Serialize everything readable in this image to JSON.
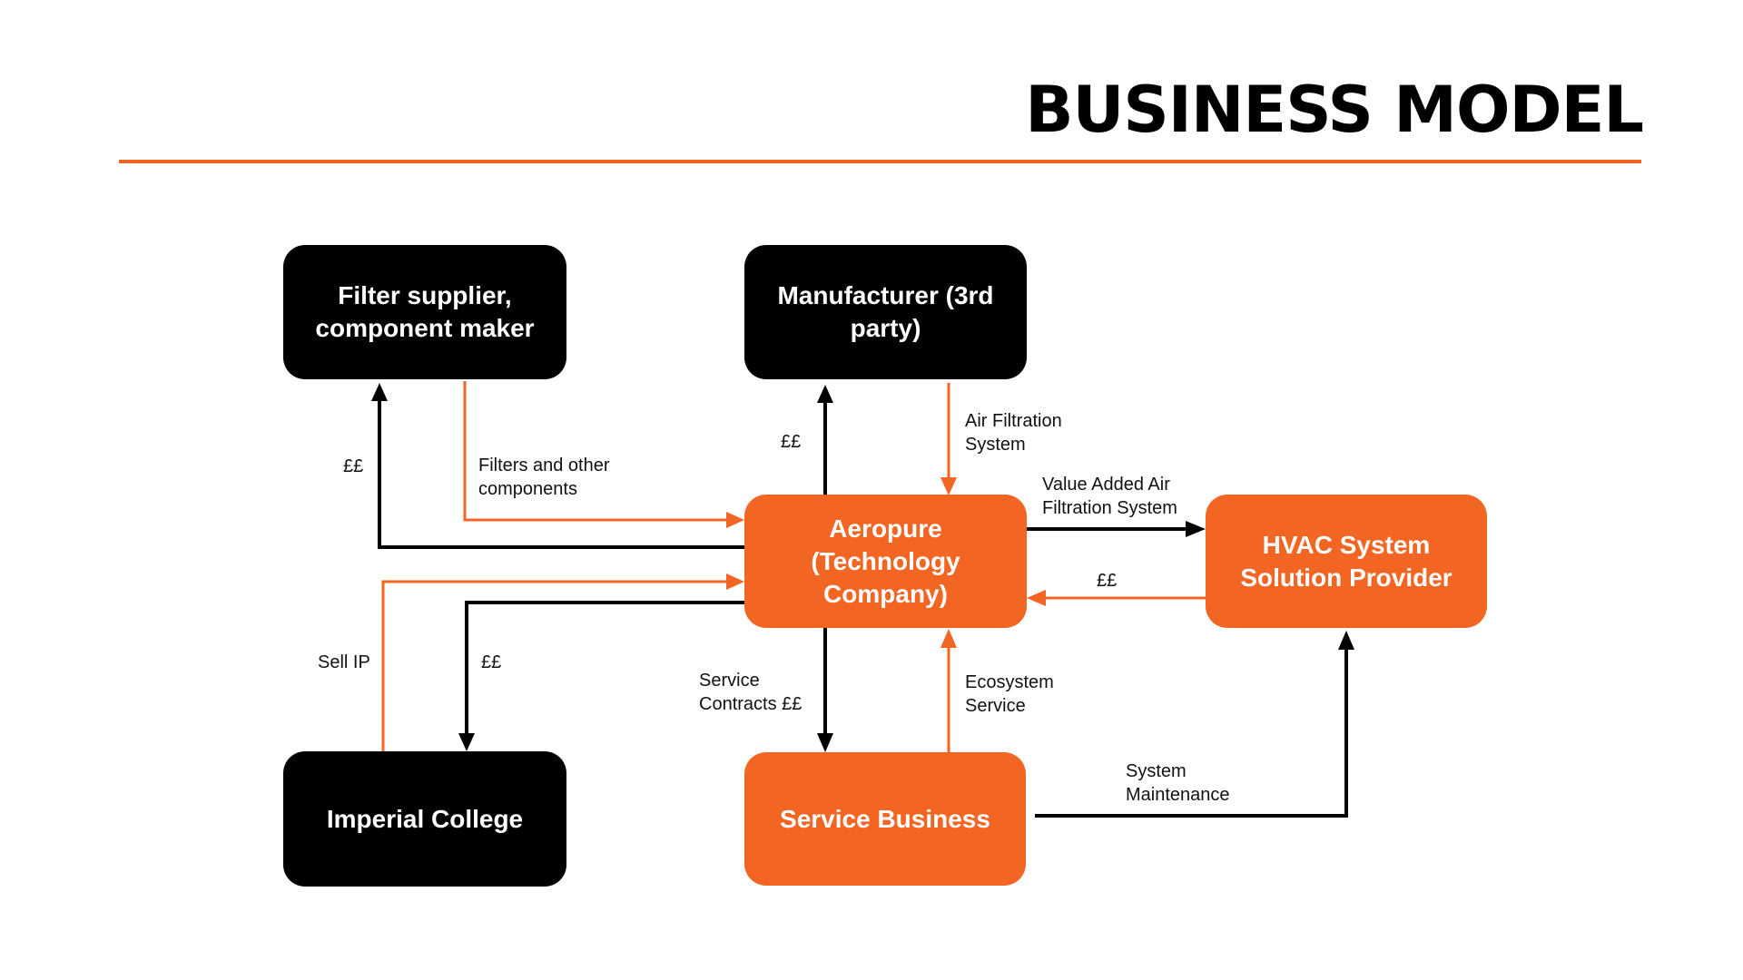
{
  "slide": {
    "title": "BUSINESS MODEL"
  },
  "colors": {
    "accent": "#F26522",
    "dark": "#000000",
    "text": "#111111",
    "background": "#FFFFFF"
  },
  "nodes": {
    "filter_supplier": {
      "label": "Filter supplier,\ncomponent maker",
      "style": "dark"
    },
    "manufacturer": {
      "label": "Manufacturer (3rd\nparty)",
      "style": "dark"
    },
    "aeropure": {
      "label": "Aeropure\n(Technology\nCompany)",
      "style": "accent"
    },
    "hvac": {
      "label": "HVAC System\nSolution Provider",
      "style": "accent"
    },
    "imperial": {
      "label": "Imperial College",
      "style": "dark"
    },
    "service_business": {
      "label": "Service Business",
      "style": "accent"
    }
  },
  "flows": [
    {
      "id": "aeropure-to-filter",
      "from": "Aeropure (Technology Company)",
      "to": "Filter supplier, component maker",
      "label": "££",
      "style": "dark"
    },
    {
      "id": "filter-to-aeropure",
      "from": "Filter supplier, component maker",
      "to": "Aeropure (Technology Company)",
      "label": "Filters and other\ncomponents",
      "style": "accent"
    },
    {
      "id": "aeropure-to-manufacturer",
      "from": "Aeropure (Technology Company)",
      "to": "Manufacturer (3rd party)",
      "label": "££",
      "style": "dark"
    },
    {
      "id": "manufacturer-to-aeropure",
      "from": "Manufacturer (3rd party)",
      "to": "Aeropure (Technology Company)",
      "label": "Air Filtration\nSystem",
      "style": "accent"
    },
    {
      "id": "aeropure-to-hvac",
      "from": "Aeropure (Technology Company)",
      "to": "HVAC System Solution Provider",
      "label": "Value Added Air\nFiltration System",
      "style": "dark"
    },
    {
      "id": "hvac-to-aeropure",
      "from": "HVAC System Solution Provider",
      "to": "Aeropure (Technology Company)",
      "label": "££",
      "style": "accent"
    },
    {
      "id": "imperial-to-aeropure",
      "from": "Imperial College",
      "to": "Aeropure (Technology Company)",
      "label": "Sell IP",
      "style": "accent"
    },
    {
      "id": "aeropure-to-imperial",
      "from": "Aeropure (Technology Company)",
      "to": "Imperial College",
      "label": "££",
      "style": "dark"
    },
    {
      "id": "aeropure-to-service",
      "from": "Aeropure (Technology Company)",
      "to": "Service Business",
      "label": "Service\nContracts ££",
      "style": "dark"
    },
    {
      "id": "service-to-aeropure",
      "from": "Service Business",
      "to": "Aeropure (Technology Company)",
      "label": "Ecosystem\nService",
      "style": "accent"
    },
    {
      "id": "service-to-hvac",
      "from": "Service Business",
      "to": "HVAC System Solution Provider",
      "label": "System\nMaintenance",
      "style": "dark"
    }
  ]
}
